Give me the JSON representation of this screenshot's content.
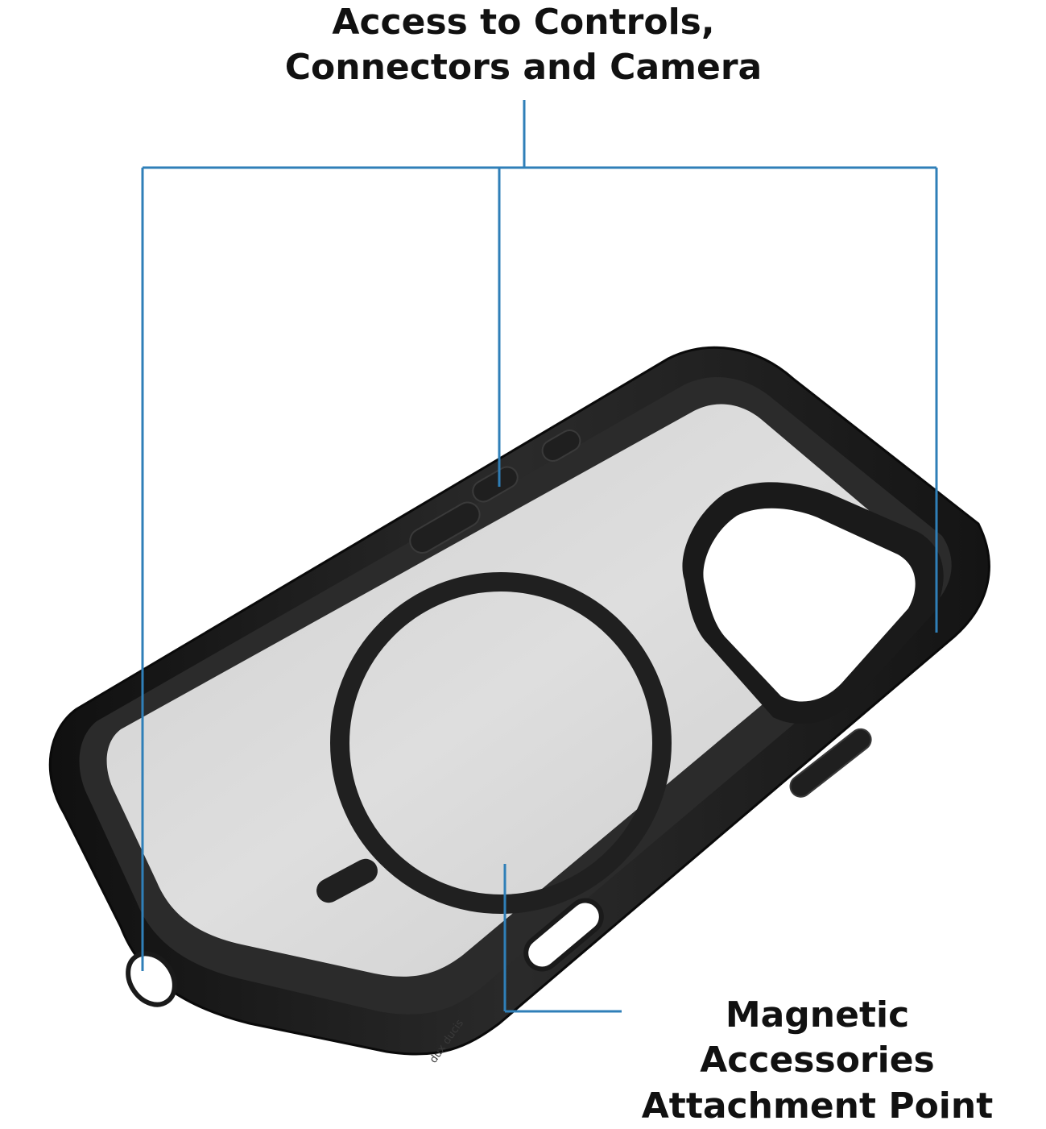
{
  "callouts": {
    "top": {
      "line1": "Access to Controls,",
      "line2": "Connectors and Camera"
    },
    "bottom": {
      "line1": "Magnetic",
      "line2": "Accessories",
      "line3": "Attachment Point"
    }
  },
  "brand_mark": "dux ducis",
  "colors": {
    "leader_line": "#2f7fb8",
    "case_frame": "#1b1b1b",
    "back_panel": "#d9d9d9",
    "magnet_ring": "#222222",
    "text": "#111111"
  },
  "icons": [
    "magsafe-ring-icon",
    "camera-cutout-icon",
    "button-cutout-icon"
  ]
}
